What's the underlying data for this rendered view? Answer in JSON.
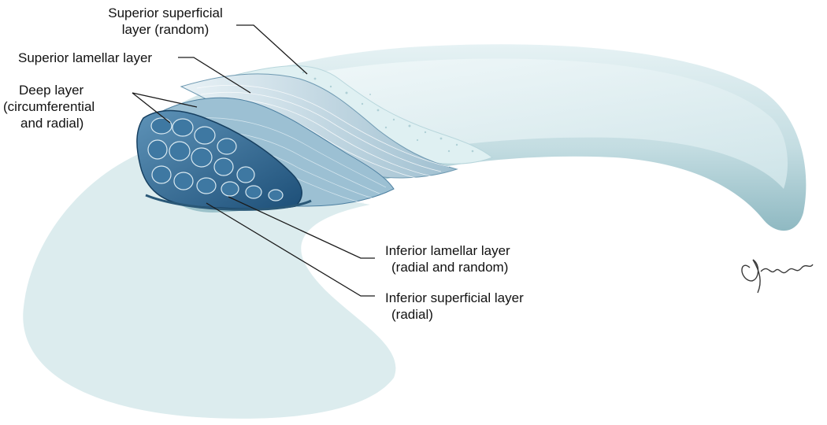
{
  "labels": {
    "superior_superficial": {
      "line1": "Superior superficial",
      "line2": "layer (random)"
    },
    "superior_lamellar": "Superior lamellar layer",
    "deep": {
      "line1": "Deep layer",
      "line2": "(circumferential",
      "line3": "and radial)"
    },
    "inferior_lamellar": {
      "line1": "Inferior lamellar layer",
      "line2": "(radial and random)"
    },
    "inferior_superficial": {
      "line1": "Inferior superficial layer",
      "line2": "(radial)"
    }
  },
  "signature": "Ofaney",
  "colors": {
    "shadow": "#dcecee",
    "meniscus_light": "#e8f3f5",
    "meniscus_mid": "#bcd9df",
    "meniscus_dark": "#86b3bd",
    "fiber_blue": "#2f6d96",
    "fiber_dark": "#17466b",
    "speckle": "#d8ecef",
    "leader": "#1a1a1a"
  }
}
